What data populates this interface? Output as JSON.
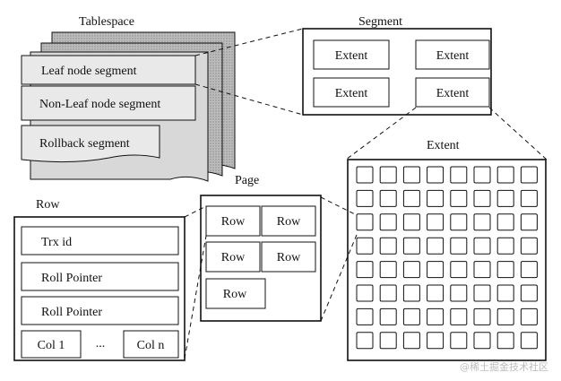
{
  "tablespace": {
    "title": "Tablespace",
    "segments": [
      "Leaf node segment",
      "Non-Leaf node segment",
      "Rollback segment"
    ]
  },
  "segment": {
    "title": "Segment",
    "extents": [
      "Extent",
      "Extent",
      "Extent",
      "Extent"
    ]
  },
  "extent": {
    "title": "Extent",
    "grid_rows": 8,
    "grid_cols": 8
  },
  "page": {
    "title": "Page",
    "rows": [
      "Row",
      "Row",
      "Row",
      "Row",
      "Row"
    ]
  },
  "row": {
    "title": "Row",
    "fields": [
      "Trx id",
      "Roll Pointer",
      "Roll Pointer"
    ],
    "col_first": "Col 1",
    "col_ellipsis": "...",
    "col_last": "Col n"
  },
  "watermark": "@稀土掘金技术社区",
  "colors": {
    "line": "#111111",
    "shade_dark": "#a9a9a9",
    "shade_mid": "#c8c8c8",
    "shade_light": "#e6e6e6"
  }
}
